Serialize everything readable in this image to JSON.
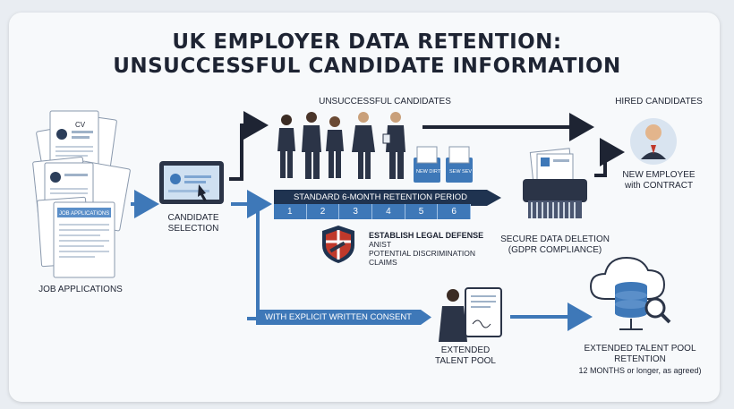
{
  "title": {
    "line1": "UK EMPLOYER DATA RETENTION:",
    "line2": "UNSUCCESSFUL CANDIDATE INFORMATION"
  },
  "labels": {
    "job_applications": "JOB APPLICATIONS",
    "candidate_selection_1": "CANDIDATE",
    "candidate_selection_2": "SELECTION",
    "unsuccessful_candidates": "UNSUCCESSFUL CANDIDATES",
    "hired_candidates": "HIRED CANDIDATES",
    "new_employee_1": "NEW EMPLOYEE",
    "new_employee_2": "with CONTRACT",
    "retention_period": "STANDARD 6-MONTH RETENTION PERIOD",
    "legal_1": "ESTABLISH LEGAL DEFENSE",
    "legal_2": "ANIST",
    "legal_3": "POTENTIAL DISCRIMINATION",
    "legal_4": "CLAIMS",
    "deletion_1": "SECURE DATA DELETION",
    "deletion_2": "(GDPR COMPLIANCE)",
    "consent": "WITH EXPLICIT WRITTEN CONSENT",
    "talent_pool_1": "EXTENDED",
    "talent_pool_2": "TALENT POOL",
    "ext_retention_1": "EXTENDED TALENT POOL",
    "ext_retention_2": "RETENTION",
    "ext_retention_3": "12 MONTHS or longer, as agreed)",
    "cv_tag": "CV",
    "application_tag": "JOB APPLICATIONS",
    "folder1": "NEW DIRT",
    "folder2": "SEW SEV"
  },
  "months": [
    "1",
    "2",
    "3",
    "4",
    "5",
    "6"
  ],
  "colors": {
    "navy": "#1f3350",
    "blue": "#3e78b8",
    "arrow": "#1e2433",
    "light_blue": "#5b8fc9"
  }
}
